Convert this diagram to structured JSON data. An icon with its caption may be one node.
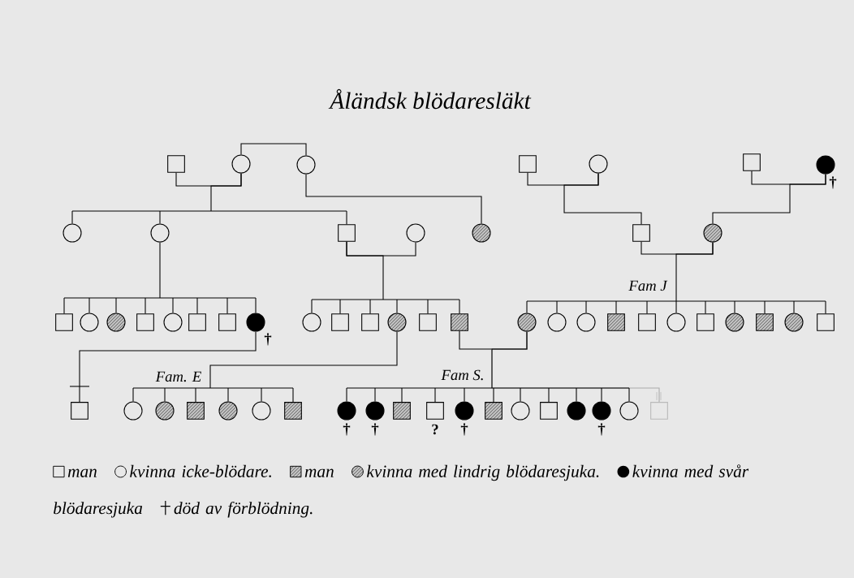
{
  "diagram": {
    "title": "Åländsk blödaresläkt",
    "nodes": [
      {
        "text": [],
        "shape": "box"
      },
      {
        "text": [],
        "shape": "circle"
      },
      {
        "text": [],
        "shape": "circle"
      },
      {
        "text": [],
        "shape": "box"
      },
      {
        "text": [],
        "shape": "circle"
      },
      {
        "text": [],
        "shape": "box"
      },
      {
        "text": [],
        "shape": "circle",
        "beside": [
          "†"
        ]
      },
      {
        "text": [],
        "shape": "circle"
      },
      {
        "text": [],
        "shape": "circle"
      },
      {
        "text": [],
        "shape": "box"
      },
      {
        "text": [],
        "shape": "circle"
      },
      {
        "text": [],
        "shape": "circle"
      },
      {
        "text": [],
        "shape": "box"
      },
      {
        "text": [],
        "shape": "circle"
      },
      {
        "text": [],
        "shape": "box"
      },
      {
        "text": [],
        "shape": "circle"
      },
      {
        "text": [],
        "shape": "circle"
      },
      {
        "text": [],
        "shape": "box"
      },
      {
        "text": [],
        "shape": "circle"
      },
      {
        "text": [],
        "shape": "box"
      },
      {
        "text": [],
        "shape": "box"
      },
      {
        "text": [],
        "shape": "circle",
        "beside": [
          "†"
        ]
      },
      {
        "text": [],
        "shape": "circle"
      },
      {
        "text": [],
        "shape": "box"
      },
      {
        "text": [],
        "shape": "box"
      },
      {
        "text": [],
        "shape": "circle"
      },
      {
        "text": [],
        "shape": "box"
      },
      {
        "text": [],
        "shape": "box"
      },
      {
        "text": [],
        "shape": "circle"
      },
      {
        "text": [],
        "shape": "circle"
      },
      {
        "text": [],
        "shape": "circle"
      },
      {
        "text": [],
        "shape": "box"
      },
      {
        "text": [],
        "shape": "box"
      },
      {
        "text": [],
        "shape": "circle"
      },
      {
        "text": [],
        "shape": "box"
      },
      {
        "text": [],
        "shape": "circle"
      },
      {
        "text": [],
        "shape": "box"
      },
      {
        "text": [],
        "shape": "circle"
      },
      {
        "text": [],
        "shape": "box"
      },
      {
        "text": [],
        "shape": "box"
      },
      {
        "text": [],
        "shape": "circle"
      },
      {
        "text": [],
        "shape": "circle"
      },
      {
        "text": [],
        "shape": "box"
      },
      {
        "text": [],
        "shape": "circle"
      },
      {
        "text": [],
        "shape": "circle"
      },
      {
        "text": [],
        "shape": "box"
      },
      {
        "text": [],
        "shape": "circle",
        "beside": [
          "†"
        ]
      },
      {
        "text": [],
        "shape": "circle",
        "beside": [
          "†"
        ]
      },
      {
        "text": [],
        "shape": "box"
      },
      {
        "text": [],
        "shape": "box",
        "beside": [
          "?"
        ]
      },
      {
        "text": [],
        "shape": "circle",
        "beside": [
          "†"
        ]
      },
      {
        "text": [],
        "shape": "box"
      },
      {
        "text": [],
        "shape": "circle"
      },
      {
        "text": [],
        "shape": "box"
      },
      {
        "text": [],
        "shape": "circle"
      },
      {
        "text": [],
        "shape": "circle",
        "beside": [
          "†"
        ]
      },
      {
        "text": [],
        "shape": "circle"
      },
      {
        "text": [],
        "shape": "box"
      }
    ],
    "edges": [
      {
        "from": 0,
        "to": 1,
        "arrow": "none"
      },
      {
        "from": 1,
        "to": 2,
        "arrow": "none"
      },
      {
        "from": 2,
        "to": 11,
        "arrow": "none"
      },
      {
        "from": 1,
        "to": 7,
        "arrow": "none"
      },
      {
        "from": 1,
        "to": 8,
        "arrow": "none"
      },
      {
        "from": 1,
        "to": 9,
        "arrow": "none"
      },
      {
        "from": 9,
        "to": 10,
        "arrow": "none"
      },
      {
        "from": 9,
        "to": 22,
        "arrow": "none"
      },
      {
        "from": 9,
        "to": 23,
        "arrow": "none"
      },
      {
        "from": 9,
        "to": 24,
        "arrow": "none"
      },
      {
        "from": 9,
        "to": 25,
        "arrow": "none"
      },
      {
        "from": 9,
        "to": 26,
        "arrow": "none"
      },
      {
        "from": 9,
        "to": 27,
        "arrow": "none"
      },
      {
        "from": 8,
        "to": 14,
        "arrow": "none"
      },
      {
        "from": 8,
        "to": 15,
        "arrow": "none"
      },
      {
        "from": 8,
        "to": 16,
        "arrow": "none"
      },
      {
        "from": 8,
        "to": 17,
        "arrow": "none"
      },
      {
        "from": 8,
        "to": 18,
        "arrow": "none"
      },
      {
        "from": 8,
        "to": 19,
        "arrow": "none"
      },
      {
        "from": 8,
        "to": 20,
        "arrow": "none"
      },
      {
        "from": 8,
        "to": 21,
        "arrow": "none"
      },
      {
        "from": 3,
        "to": 4,
        "arrow": "none"
      },
      {
        "from": 4,
        "to": 12,
        "arrow": "none"
      },
      {
        "from": 5,
        "to": 6,
        "arrow": "none"
      },
      {
        "from": 6,
        "to": 13,
        "arrow": "none"
      },
      {
        "from": 12,
        "to": 13,
        "arrow": "none"
      },
      {
        "from": 13,
        "to": 28,
        "arrow": "none"
      },
      {
        "from": 13,
        "to": 29,
        "arrow": "none"
      },
      {
        "from": 13,
        "to": 30,
        "arrow": "none"
      },
      {
        "from": 13,
        "to": 31,
        "arrow": "none"
      },
      {
        "from": 13,
        "to": 32,
        "arrow": "none"
      },
      {
        "from": 13,
        "to": 33,
        "arrow": "none"
      },
      {
        "from": 13,
        "to": 34,
        "arrow": "none"
      },
      {
        "from": 13,
        "to": 35,
        "arrow": "none"
      },
      {
        "from": 13,
        "to": 36,
        "arrow": "none"
      },
      {
        "from": 13,
        "to": 37,
        "arrow": "none"
      },
      {
        "from": 13,
        "to": 38,
        "arrow": "none"
      },
      {
        "from": 21,
        "to": 39,
        "arrow": "none"
      },
      {
        "from": 25,
        "to": 40,
        "arrow": "none"
      },
      {
        "from": 25,
        "to": 41,
        "arrow": "none"
      },
      {
        "from": 25,
        "to": 42,
        "arrow": "none"
      },
      {
        "from": 25,
        "to": 43,
        "arrow": "none"
      },
      {
        "from": 25,
        "to": 44,
        "arrow": "none"
      },
      {
        "from": 25,
        "to": 45,
        "arrow": "none"
      },
      {
        "from": 27,
        "to": 28,
        "arrow": "none"
      },
      {
        "from": 28,
        "to": 46,
        "arrow": "none"
      },
      {
        "from": 28,
        "to": 47,
        "arrow": "none"
      },
      {
        "from": 28,
        "to": 48,
        "arrow": "none"
      },
      {
        "from": 28,
        "to": 49,
        "arrow": "none"
      },
      {
        "from": 28,
        "to": 50,
        "arrow": "none"
      },
      {
        "from": 28,
        "to": 51,
        "arrow": "none"
      },
      {
        "from": 28,
        "to": 52,
        "arrow": "none"
      },
      {
        "from": 28,
        "to": 53,
        "arrow": "none"
      },
      {
        "from": 28,
        "to": 54,
        "arrow": "none"
      },
      {
        "from": 28,
        "to": 55,
        "arrow": "none"
      },
      {
        "from": 28,
        "to": 56,
        "arrow": "none"
      },
      {
        "from": 28,
        "to": 57,
        "arrow": "none",
        "color": "#aaaaaa"
      }
    ],
    "labels": [
      "Fam J",
      "Fam. E",
      "Fam S."
    ],
    "legend": [
      {
        "text": "man"
      },
      {
        "text": "kvinna icke-blödare."
      },
      {
        "text": "man"
      },
      {
        "text": "kvinna med lindrig blödaresjuka."
      },
      {
        "text": "kvinna med svår blödaresjuka"
      },
      {
        "text": "död av förblödning."
      }
    ]
  }
}
